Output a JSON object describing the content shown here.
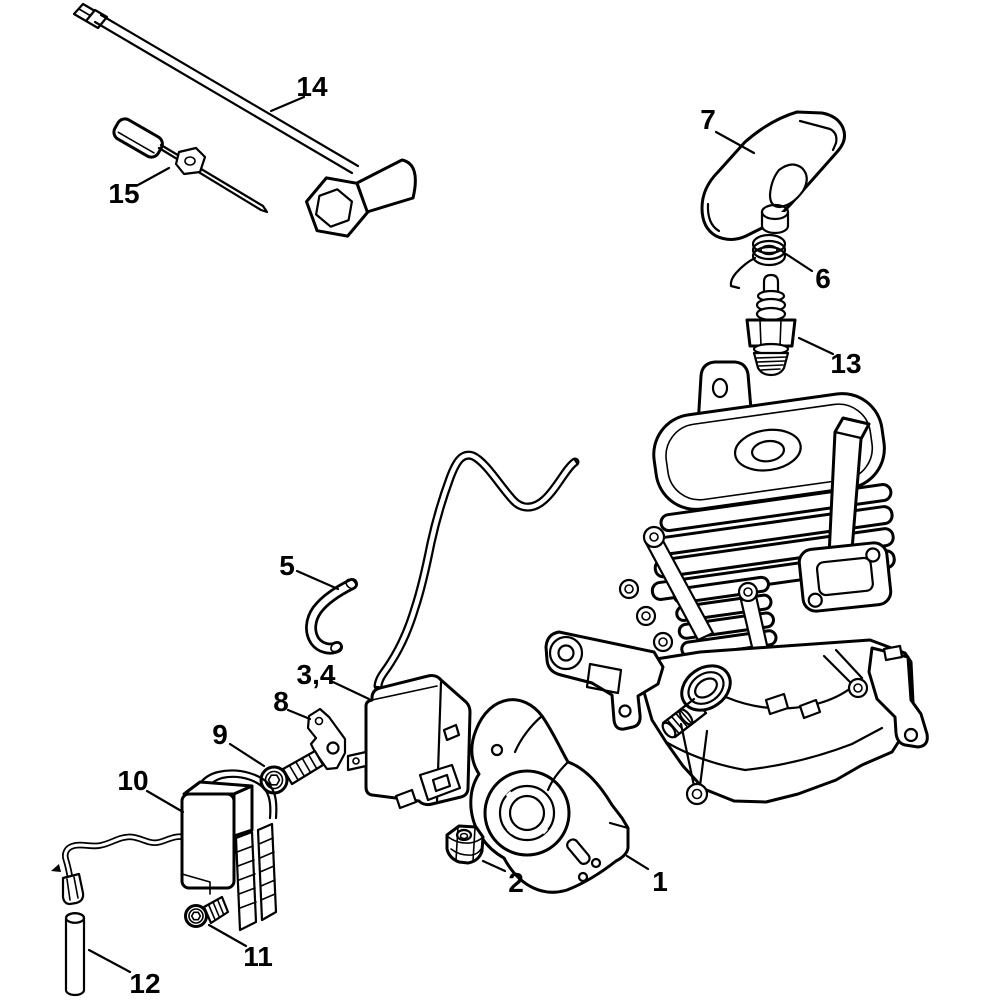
{
  "diagram": {
    "background_color": "#ffffff",
    "line_color": "#000000",
    "type": "exploded-parts-diagram",
    "callouts": [
      {
        "id": "1",
        "label": "1"
      },
      {
        "id": "2",
        "label": "2"
      },
      {
        "id": "3-4",
        "label": "3,4"
      },
      {
        "id": "5",
        "label": "5"
      },
      {
        "id": "6",
        "label": "6"
      },
      {
        "id": "7",
        "label": "7"
      },
      {
        "id": "8",
        "label": "8"
      },
      {
        "id": "9",
        "label": "9"
      },
      {
        "id": "10",
        "label": "10"
      },
      {
        "id": "11",
        "label": "11"
      },
      {
        "id": "12",
        "label": "12"
      },
      {
        "id": "13",
        "label": "13"
      },
      {
        "id": "14",
        "label": "14"
      },
      {
        "id": "15",
        "label": "15"
      }
    ]
  }
}
